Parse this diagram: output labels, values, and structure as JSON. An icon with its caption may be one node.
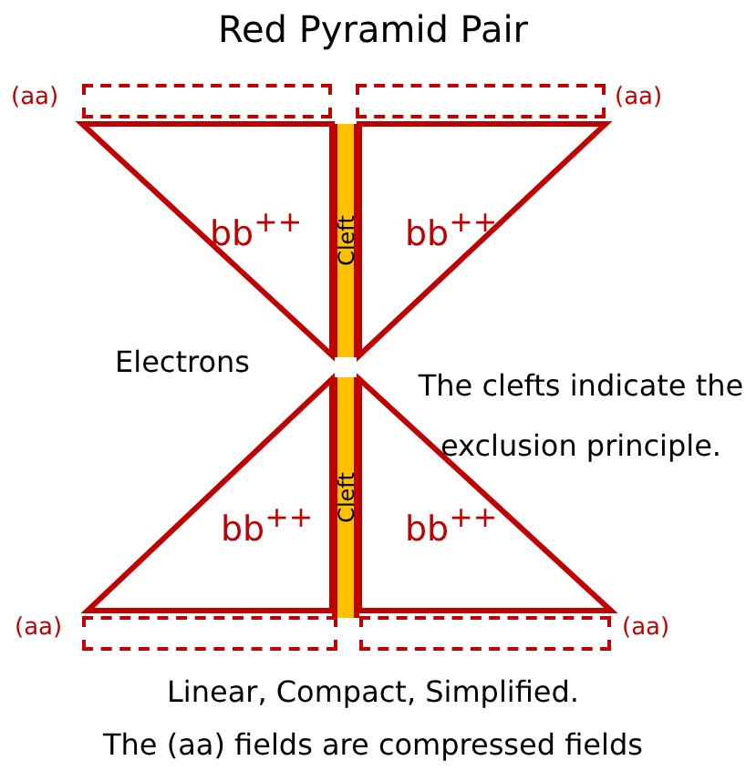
{
  "diagram": {
    "title": "Red Pyramid Pair",
    "nodes": [
      {
        "text": [],
        "shape": "box",
        "beside": [
          "(aa)"
        ]
      },
      {
        "text": [],
        "shape": "box",
        "beside": [
          "(aa)"
        ]
      },
      {
        "text": [
          "bb$^{++}$"
        ]
      },
      {
        "text": [
          "Cleft"
        ]
      },
      {
        "text": [
          "bb$^{++}$"
        ]
      },
      {
        "text": [
          "bb$^{++}$"
        ]
      },
      {
        "text": [
          "Cleft"
        ]
      },
      {
        "text": [
          "bb$^{++}$"
        ]
      },
      {
        "text": [],
        "shape": "box",
        "beside": [
          "(aa)"
        ]
      },
      {
        "text": [],
        "shape": "box",
        "beside": [
          "(aa)"
        ]
      }
    ],
    "edges": [],
    "labels": [
      "Electrons",
      "The clefts indicate the exclusion principle.",
      "Linear, Compact, Simplified.",
      "The (aa) fields are compressed fields"
    ]
  }
}
